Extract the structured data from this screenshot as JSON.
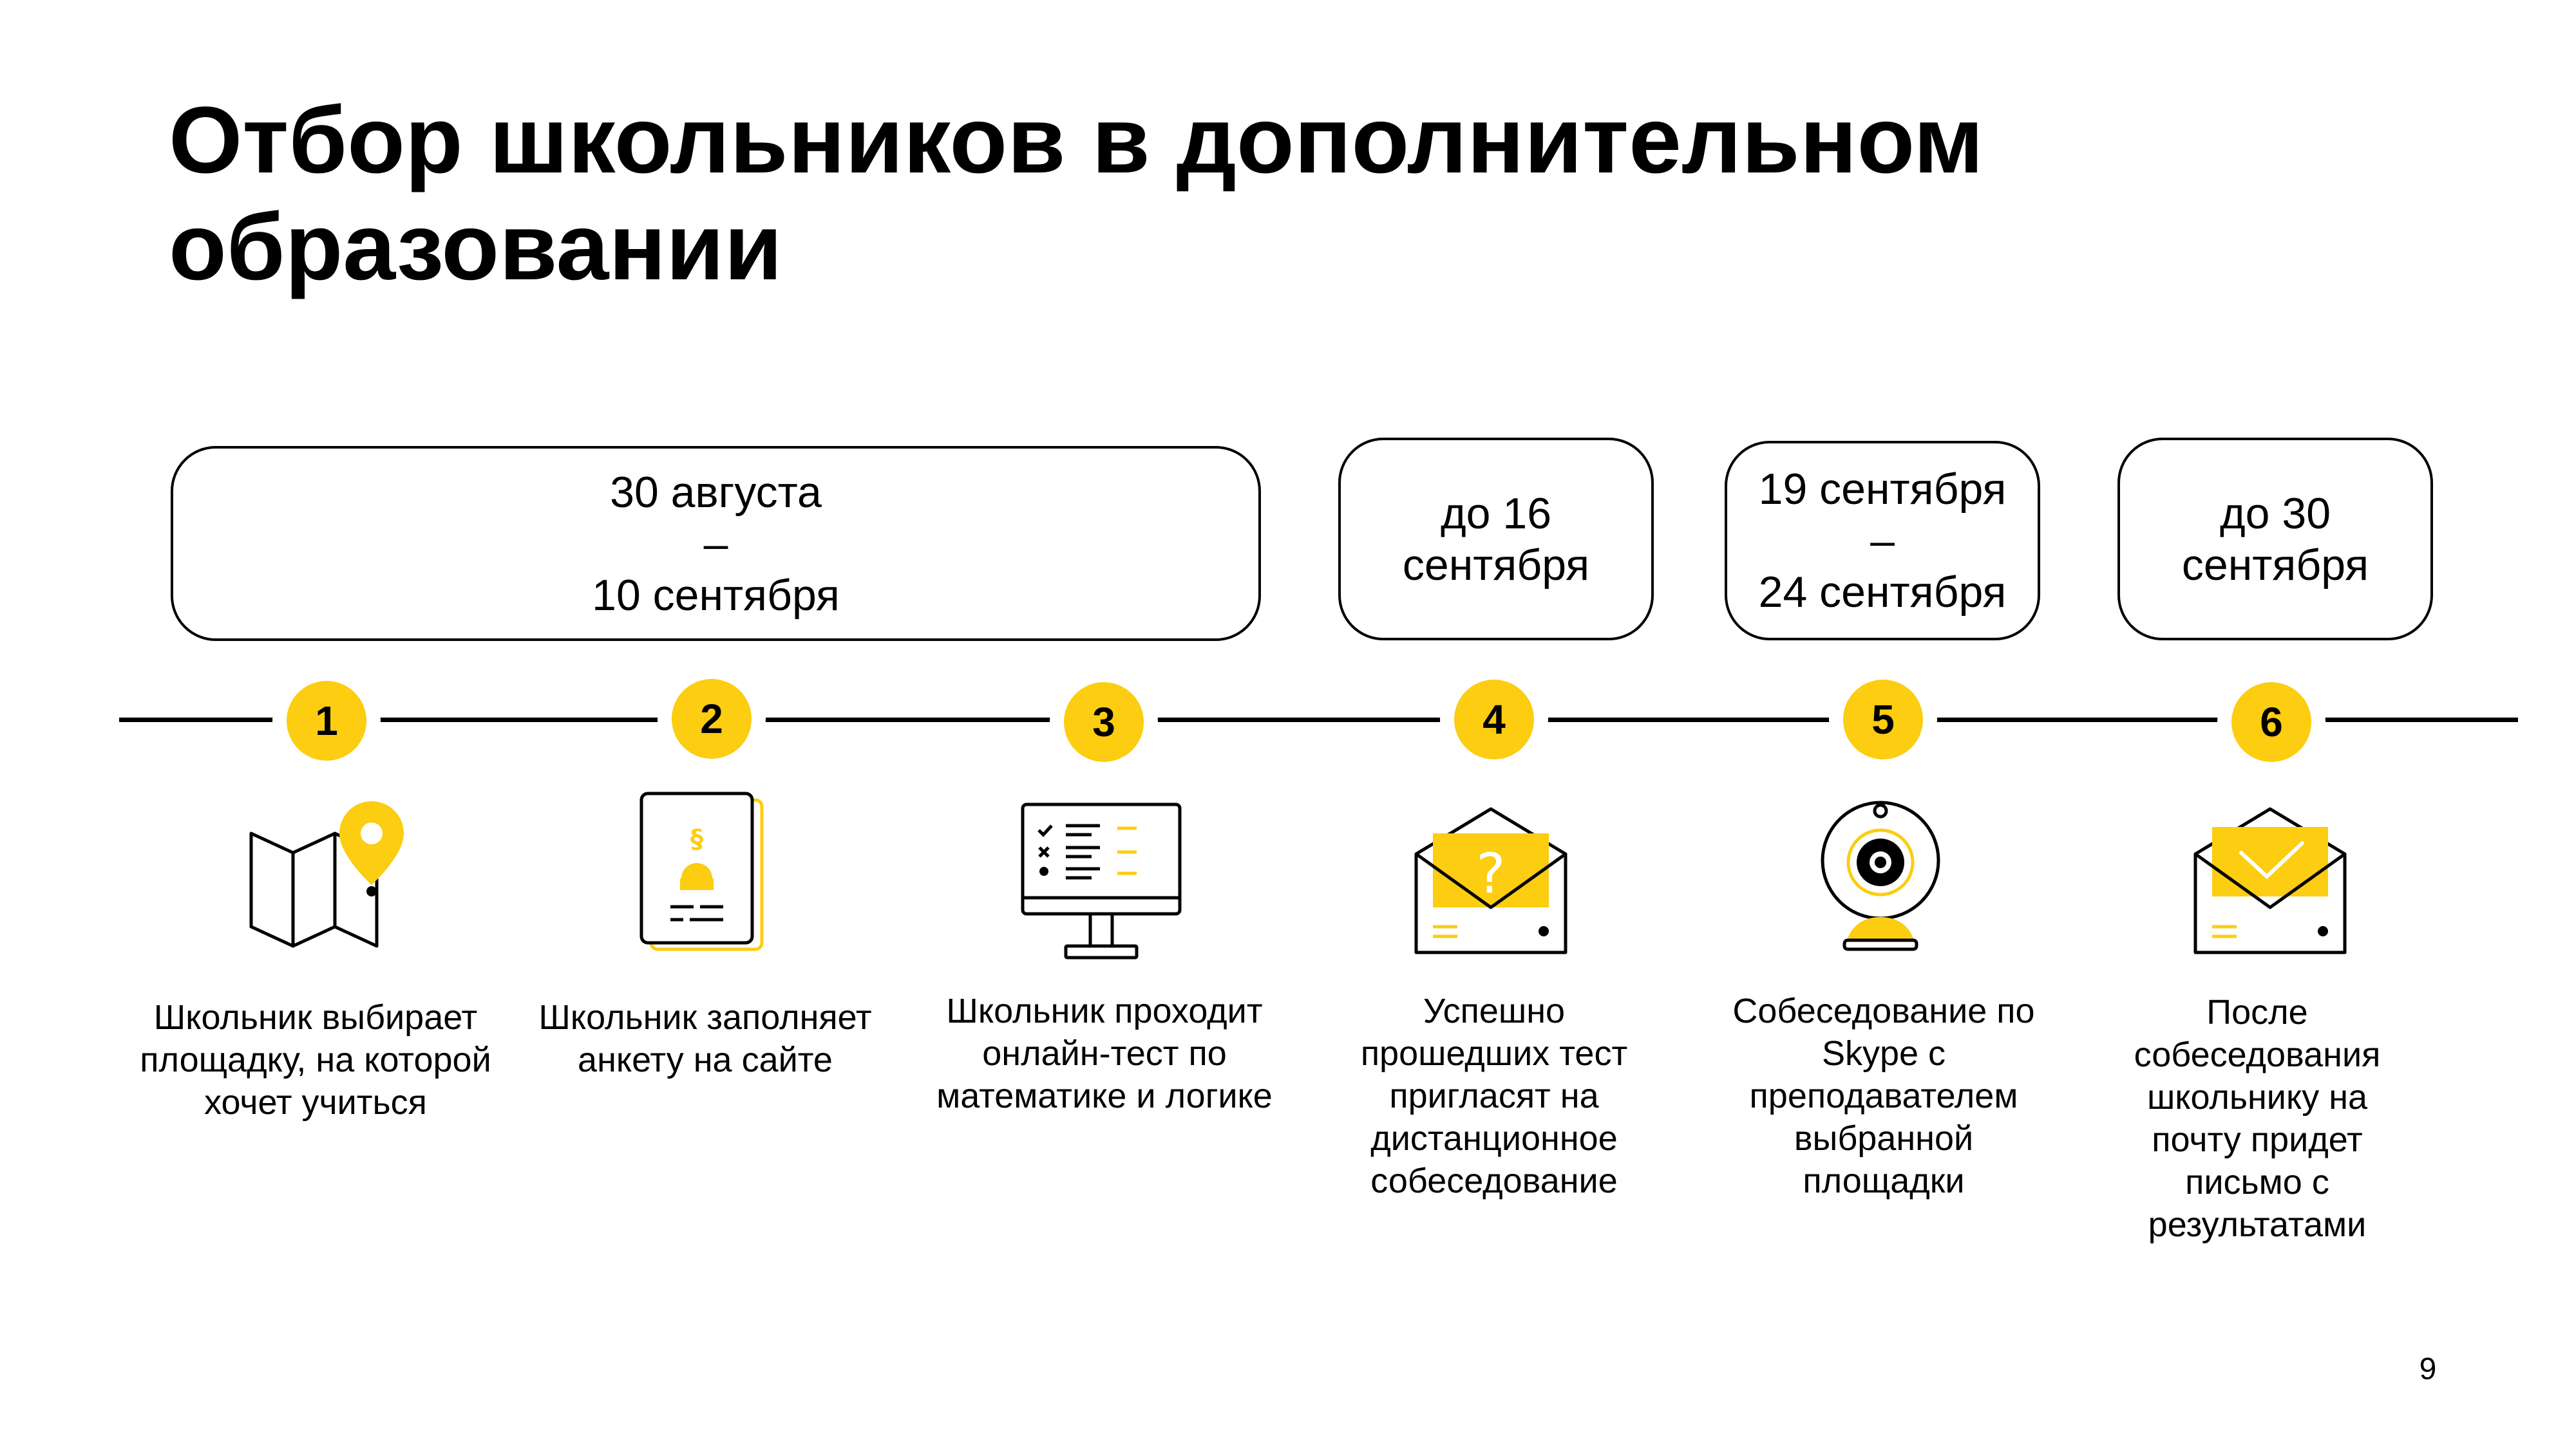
{
  "title": "Отбор школьников в дополнительном образовании",
  "date_boxes": [
    {
      "lines": [
        "30 августа",
        "–",
        "10 сентября"
      ]
    },
    {
      "lines": [
        "до 16",
        "сентября"
      ]
    },
    {
      "lines": [
        "19 сентября",
        "–",
        "24 сентября"
      ]
    },
    {
      "lines": [
        "до 30",
        "сентября"
      ]
    }
  ],
  "steps": [
    {
      "number": "1",
      "icon": "map-pin-icon",
      "description": "Школьник выбирает площадку, на которой хочет учиться"
    },
    {
      "number": "2",
      "icon": "application-form-icon",
      "description": "Школьник заполняет анкету на сайте"
    },
    {
      "number": "3",
      "icon": "online-test-monitor-icon",
      "description": "Школьник проходит онлайн-тест по математике и логике"
    },
    {
      "number": "4",
      "icon": "invitation-envelope-icon",
      "description": "Успешно прошедших тест пригласят на дистанционное собеседование"
    },
    {
      "number": "5",
      "icon": "webcam-icon",
      "description": "Собеседование по Skype с преподавателем выбранной площадки"
    },
    {
      "number": "6",
      "icon": "result-envelope-icon",
      "description": "После собеседования школьнику на почту придет письмо с результатами"
    }
  ],
  "page_number": "9",
  "colors": {
    "accent": "#fccd10",
    "line": "#000000",
    "background": "#ffffff"
  }
}
